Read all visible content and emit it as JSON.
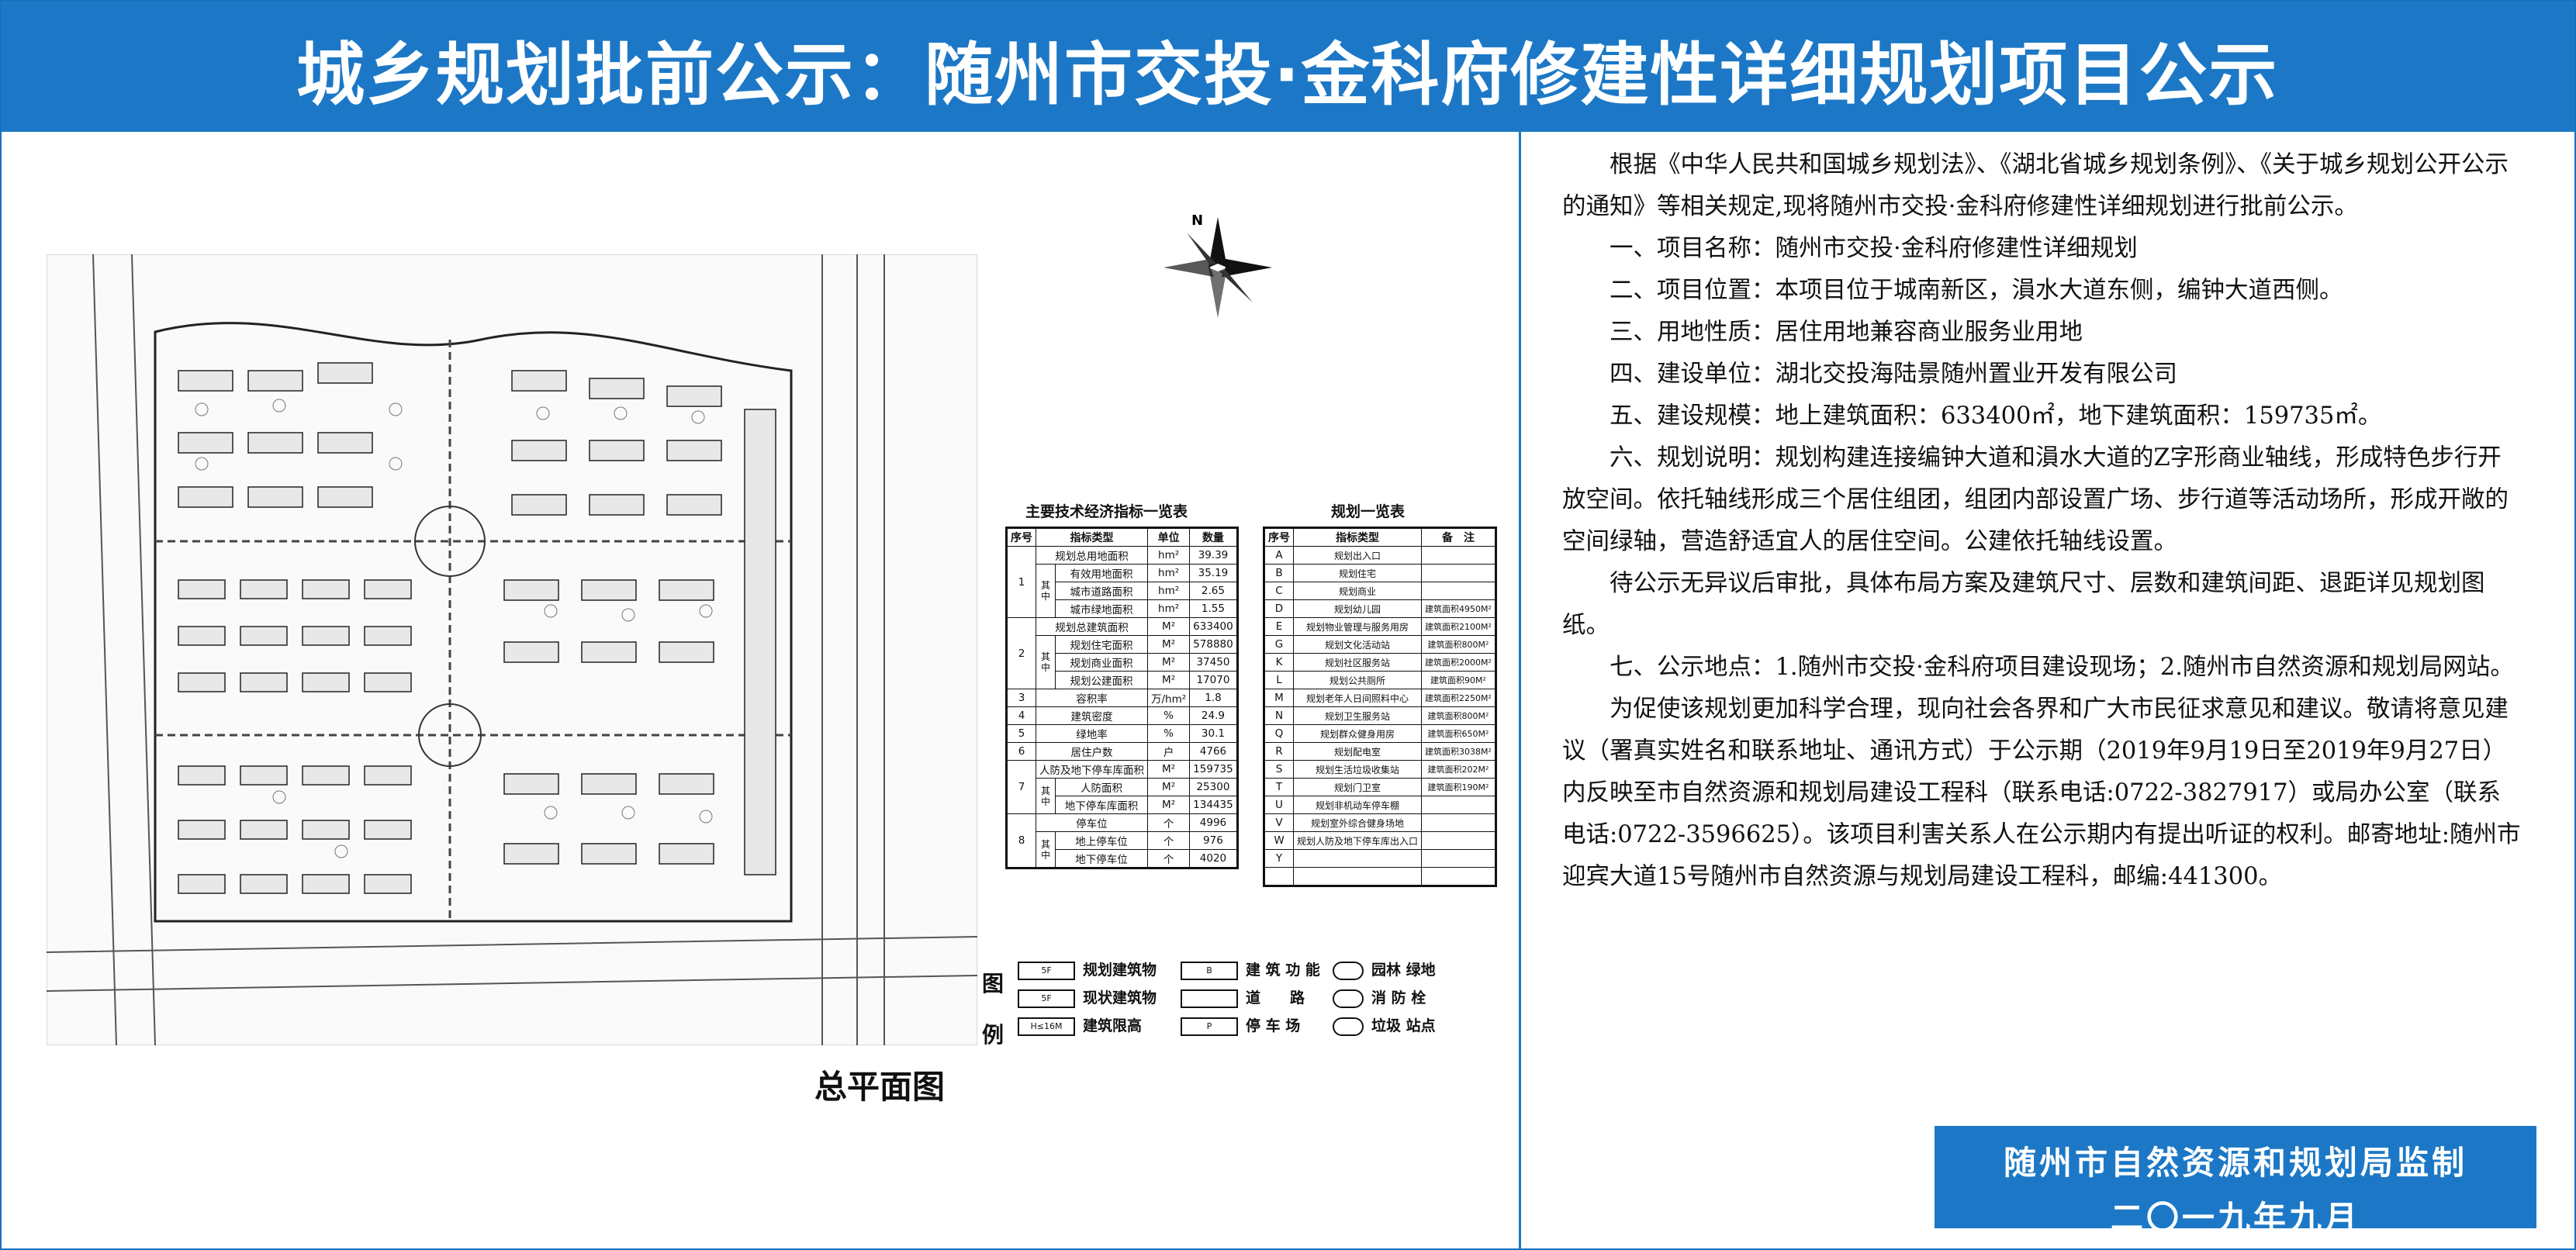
{
  "title": "城乡规划批前公示：随州市交投·金科府修建性详细规划项目公示",
  "plan_caption": "总平面图",
  "compass_label": "N",
  "econ_table": {
    "caption": "主要技术经济指标一览表",
    "headers": [
      "序号",
      "指标类型",
      "单位",
      "数量"
    ],
    "rows": [
      {
        "no": "1",
        "sub": "",
        "name": "规划总用地面积",
        "unit": "hm²",
        "value": "39.39"
      },
      {
        "no": "",
        "sub": "其中",
        "name": "有效用地面积",
        "unit": "hm²",
        "value": "35.19"
      },
      {
        "no": "",
        "sub": "",
        "name": "城市道路面积",
        "unit": "hm²",
        "value": "2.65"
      },
      {
        "no": "",
        "sub": "",
        "name": "城市绿地面积",
        "unit": "hm²",
        "value": "1.55"
      },
      {
        "no": "2",
        "sub": "",
        "name": "规划总建筑面积",
        "unit": "M²",
        "value": "633400"
      },
      {
        "no": "",
        "sub": "其中",
        "name": "规划住宅面积",
        "unit": "M²",
        "value": "578880"
      },
      {
        "no": "",
        "sub": "",
        "name": "规划商业面积",
        "unit": "M²",
        "value": "37450"
      },
      {
        "no": "",
        "sub": "",
        "name": "规划公建面积",
        "unit": "M²",
        "value": "17070"
      },
      {
        "no": "3",
        "sub": "",
        "name": "容积率",
        "unit": "万/hm²",
        "value": "1.8"
      },
      {
        "no": "4",
        "sub": "",
        "name": "建筑密度",
        "unit": "%",
        "value": "24.9"
      },
      {
        "no": "5",
        "sub": "",
        "name": "绿地率",
        "unit": "%",
        "value": "30.1"
      },
      {
        "no": "6",
        "sub": "",
        "name": "居住户数",
        "unit": "户",
        "value": "4766"
      },
      {
        "no": "7",
        "sub": "",
        "name": "人防及地下停车库面积",
        "unit": "M²",
        "value": "159735"
      },
      {
        "no": "",
        "sub": "其中",
        "name": "人防面积",
        "unit": "M²",
        "value": "25300"
      },
      {
        "no": "",
        "sub": "",
        "name": "地下停车库面积",
        "unit": "M²",
        "value": "134435"
      },
      {
        "no": "8",
        "sub": "",
        "name": "停车位",
        "unit": "个",
        "value": "4996"
      },
      {
        "no": "",
        "sub": "其中",
        "name": "地上停车位",
        "unit": "个",
        "value": "976"
      },
      {
        "no": "",
        "sub": "",
        "name": "地下停车位",
        "unit": "个",
        "value": "4020"
      }
    ]
  },
  "plan_table": {
    "caption": "规划一览表",
    "headers": [
      "序号",
      "指标类型",
      "备　注"
    ],
    "rows": [
      {
        "code": "A",
        "name": "规划出入口",
        "note": ""
      },
      {
        "code": "B",
        "name": "规划住宅",
        "note": ""
      },
      {
        "code": "C",
        "name": "规划商业",
        "note": ""
      },
      {
        "code": "D",
        "name": "规划幼儿园",
        "note": "建筑面积4950M²"
      },
      {
        "code": "E",
        "name": "规划物业管理与服务用房",
        "note": "建筑面积2100M²"
      },
      {
        "code": "G",
        "name": "规划文化活动站",
        "note": "建筑面积800M²"
      },
      {
        "code": "K",
        "name": "规划社区服务站",
        "note": "建筑面积2000M²"
      },
      {
        "code": "L",
        "name": "规划公共厕所",
        "note": "建筑面积90M²"
      },
      {
        "code": "M",
        "name": "规划老年人日间照料中心",
        "note": "建筑面积2250M²"
      },
      {
        "code": "N",
        "name": "规划卫生服务站",
        "note": "建筑面积800M²"
      },
      {
        "code": "Q",
        "name": "规划群众健身用房",
        "note": "建筑面积650M²"
      },
      {
        "code": "R",
        "name": "规划配电室",
        "note": "建筑面积3038M²"
      },
      {
        "code": "S",
        "name": "规划生活垃圾收集站",
        "note": "建筑面积202M²"
      },
      {
        "code": "T",
        "name": "规划门卫室",
        "note": "建筑面积190M²"
      },
      {
        "code": "U",
        "name": "规划非机动车停车棚",
        "note": ""
      },
      {
        "code": "V",
        "name": "规划室外综合健身场地",
        "note": ""
      },
      {
        "code": "W",
        "name": "规划人防及地下停车库出入口",
        "note": ""
      },
      {
        "code": "Y",
        "name": "",
        "note": ""
      },
      {
        "code": "",
        "name": "",
        "note": ""
      }
    ]
  },
  "legend": {
    "title": "图例",
    "items": [
      {
        "symbol": "5F",
        "label": "规划建筑物"
      },
      {
        "symbol": "5F",
        "label": "现状建筑物"
      },
      {
        "symbol": "H≤16M",
        "label": "建筑限高"
      },
      {
        "symbol": "B",
        "label": "建 筑 功 能"
      },
      {
        "symbol": "",
        "label": "道　　路"
      },
      {
        "symbol": "P",
        "label": "停 车 场"
      },
      {
        "symbol": "",
        "label": "园林 绿地"
      },
      {
        "symbol": "",
        "label": "消 防 栓"
      },
      {
        "symbol": "",
        "label": "垃圾 站点"
      }
    ]
  },
  "notice": {
    "paragraphs": [
      "根据《中华人民共和国城乡规划法》、《湖北省城乡规划条例》、《关于城乡规划公开公示的通知》等相关规定,现将随州市交投·金科府修建性详细规划进行批前公示。",
      "一、项目名称：随州市交投·金科府修建性详细规划",
      "二、项目位置：本项目位于城南新区，溳水大道东侧，编钟大道西侧。",
      "三、用地性质：居住用地兼容商业服务业用地",
      "四、建设单位：湖北交投海陆景随州置业开发有限公司",
      "五、建设规模：地上建筑面积：633400㎡，地下建筑面积：159735㎡。",
      "六、规划说明：规划构建连接编钟大道和溳水大道的Z字形商业轴线，形成特色步行开放空间。依托轴线形成三个居住组团，组团内部设置广场、步行道等活动场所，形成开敞的空间绿轴，营造舒适宜人的居住空间。公建依托轴线设置。",
      "待公示无异议后审批，具体布局方案及建筑尺寸、层数和建筑间距、退距详见规划图纸。",
      "七、公示地点：1.随州市交投·金科府项目建设现场；2.随州市自然资源和规划局网站。",
      "为促使该规划更加科学合理，现向社会各界和广大市民征求意见和建议。敬请将意见建议（署真实姓名和联系地址、通讯方式）于公示期（2019年9月19日至2019年9月27日）内反映至市自然资源和规划局建设工程科（联系电话:0722-3827917）或局办公室（联系电话:0722-3596625）。该项目利害关系人在公示期内有提出听证的权利。邮寄地址:随州市迎宾大道15号随州市自然资源与规划局建设工程科，邮编:441300。"
    ]
  },
  "signature": {
    "org": "随州市自然资源和规划局监制",
    "date": "二〇一九年九月"
  },
  "colors": {
    "header_bg": "#1c78c6",
    "header_text": "#ffffff"
  }
}
